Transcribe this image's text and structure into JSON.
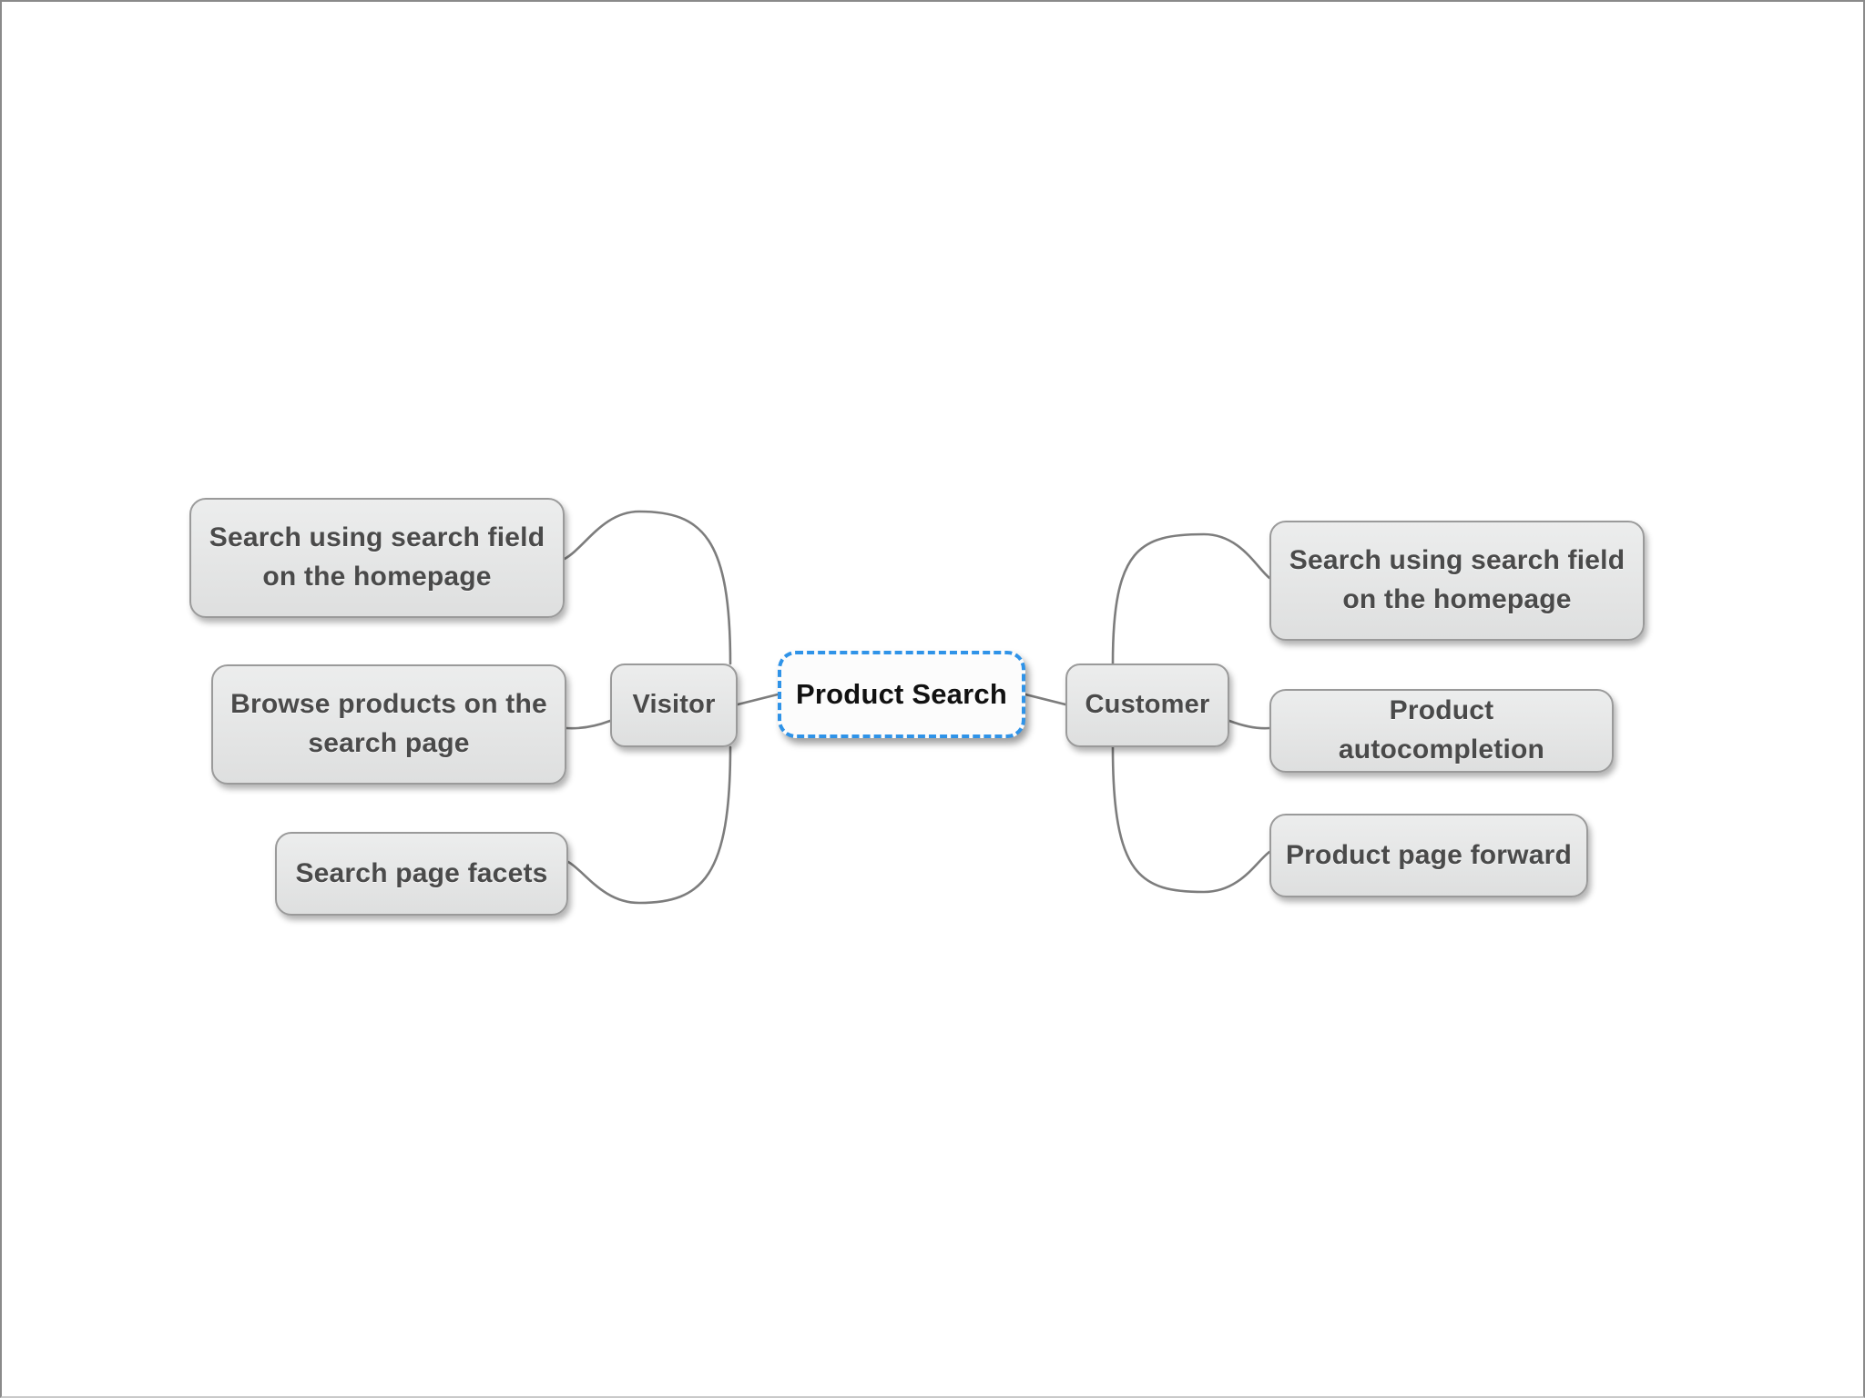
{
  "diagram": {
    "type": "mind-map",
    "title": "Product Search",
    "root": {
      "id": "product-search",
      "label": "Product Search",
      "selected": true,
      "selection_color": "#2f93e8",
      "fill": "#fcfcfc",
      "text_color": "#111111"
    },
    "node_style": {
      "fill": "#e7e8e8",
      "border": "#9a9a9a",
      "text_color": "#4a4a4a",
      "edge_color": "#7d7d7d"
    },
    "branches": [
      {
        "id": "visitor",
        "label": "Visitor",
        "side": "left",
        "children": [
          {
            "id": "visitor-search-field-homepage",
            "label": "Search using search field on the homepage"
          },
          {
            "id": "visitor-browse-search-page",
            "label": "Browse products on the search page"
          },
          {
            "id": "visitor-search-page-facets",
            "label": "Search page facets"
          }
        ]
      },
      {
        "id": "customer",
        "label": "Customer",
        "side": "right",
        "children": [
          {
            "id": "customer-search-field-homepage",
            "label": "Search using search field on the homepage"
          },
          {
            "id": "customer-product-autocompletion",
            "label": "Product autocompletion"
          },
          {
            "id": "customer-product-page-forward",
            "label": "Product page forward"
          }
        ]
      }
    ]
  }
}
